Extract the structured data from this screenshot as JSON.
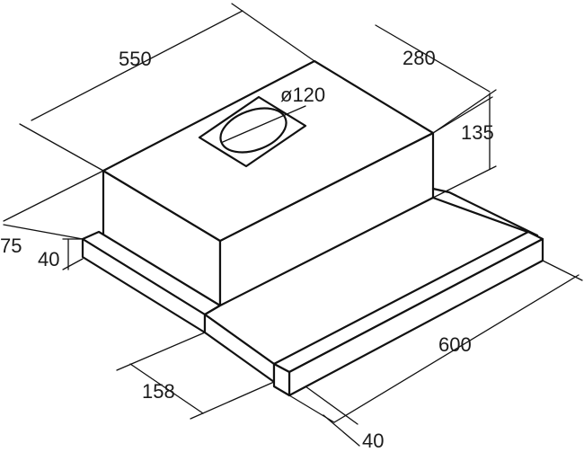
{
  "dimensions": {
    "width": "550",
    "depth": "280",
    "duct_diameter": "ø120",
    "chimney_height": "135",
    "front_depth": "75",
    "tray_height": "40",
    "side_offset": "158",
    "tray_width": "600",
    "front_lip": "40"
  },
  "colors": {
    "line": "#111111",
    "background": "#ffffff"
  }
}
